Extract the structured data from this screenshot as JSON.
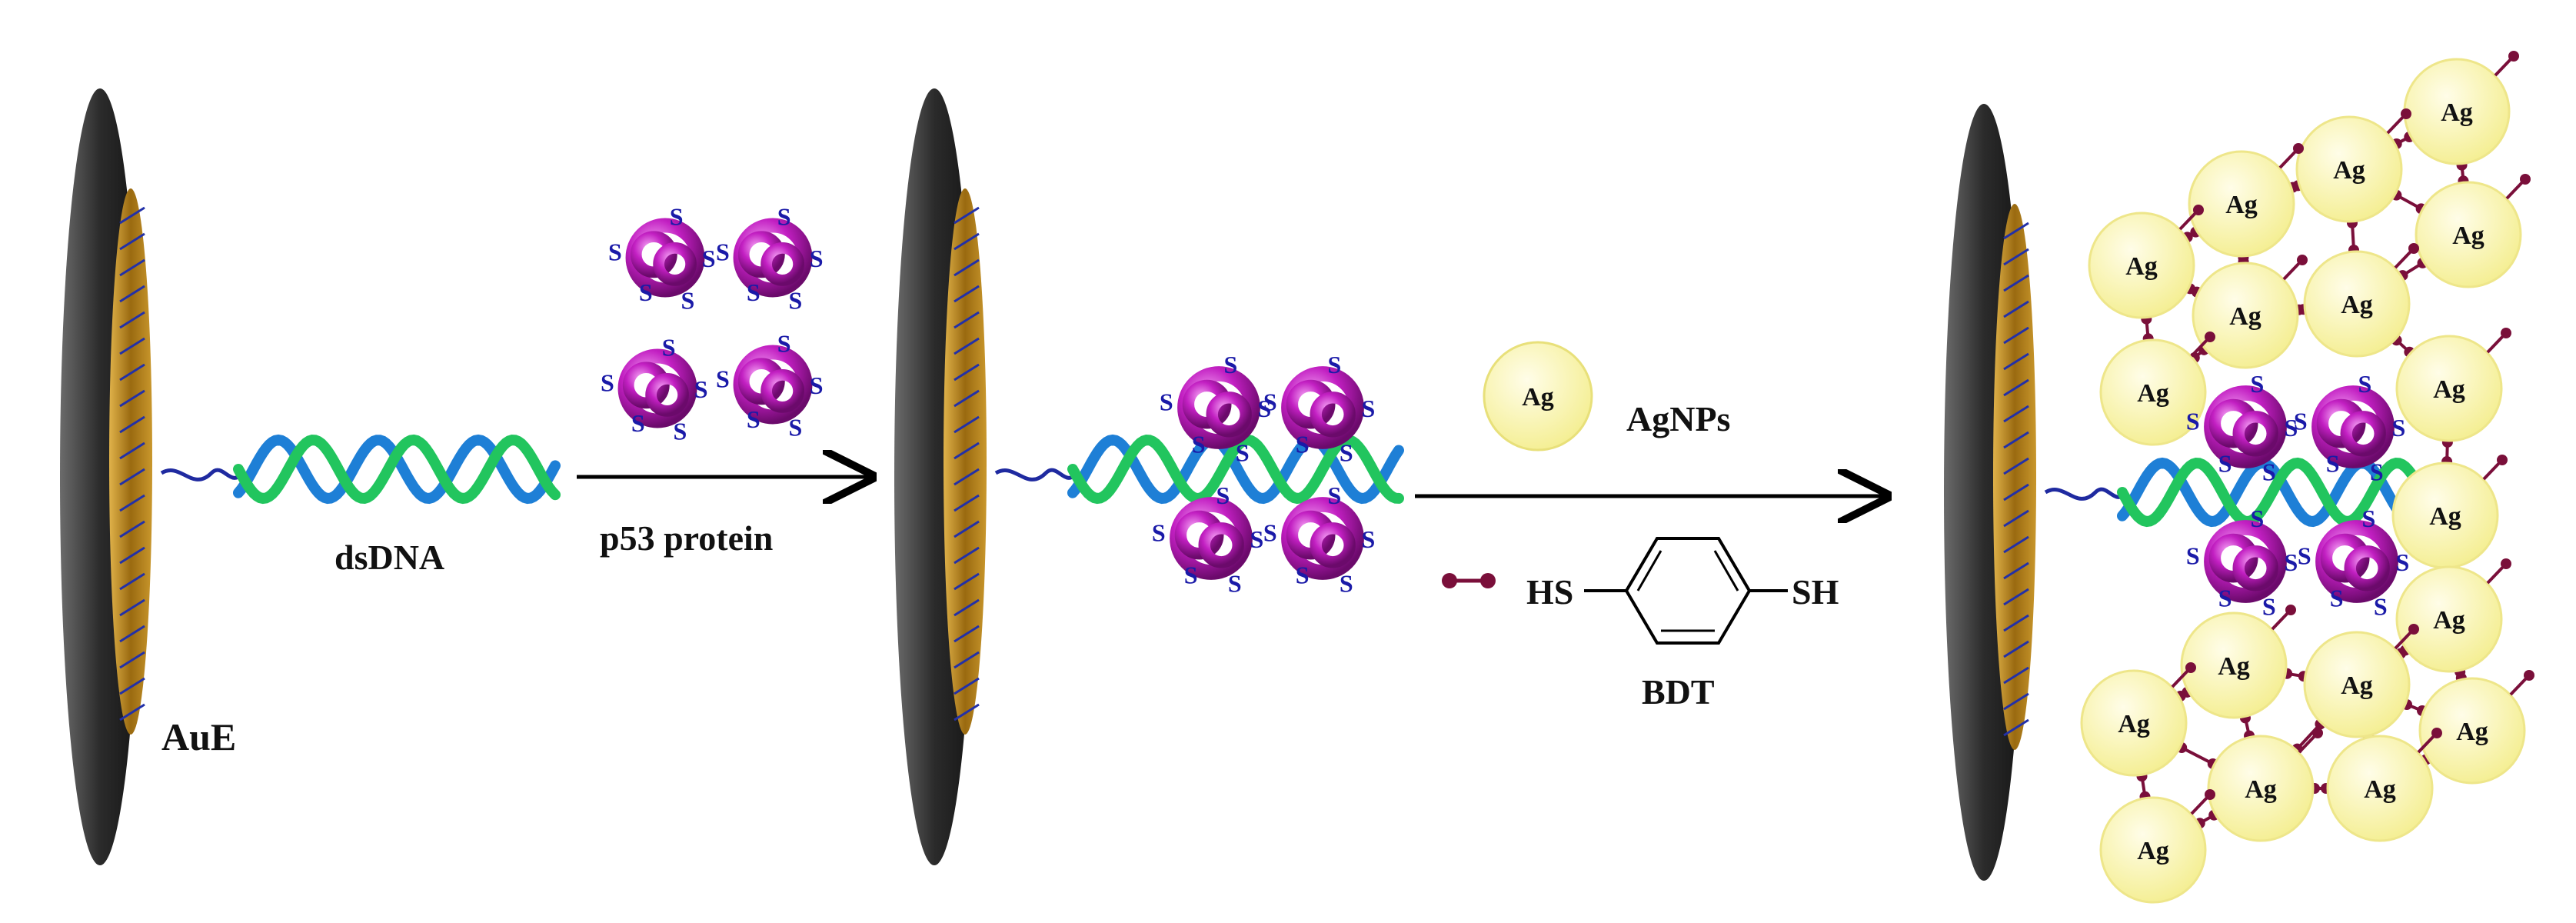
{
  "labels": {
    "electrode": "AuE",
    "dsdna": "dsDNA",
    "protein": "p53 protein",
    "agnps": "AgNPs",
    "ag_legend": "Ag",
    "hs_left": "HS",
    "sh_right": "SH",
    "bdt": "BDT",
    "s": "S",
    "ag": "Ag"
  },
  "colors": {
    "electrode_dark": "#3a3a3a",
    "gold": "#b8860b",
    "dna_green": "#22c55e",
    "dna_blue": "#1e7fd6",
    "linker_blue": "#1f2aa0",
    "protein_magenta": "#c21fc2",
    "agnp_fill": "#fbf7b0",
    "bdt_dot": "#7a0f3a"
  }
}
